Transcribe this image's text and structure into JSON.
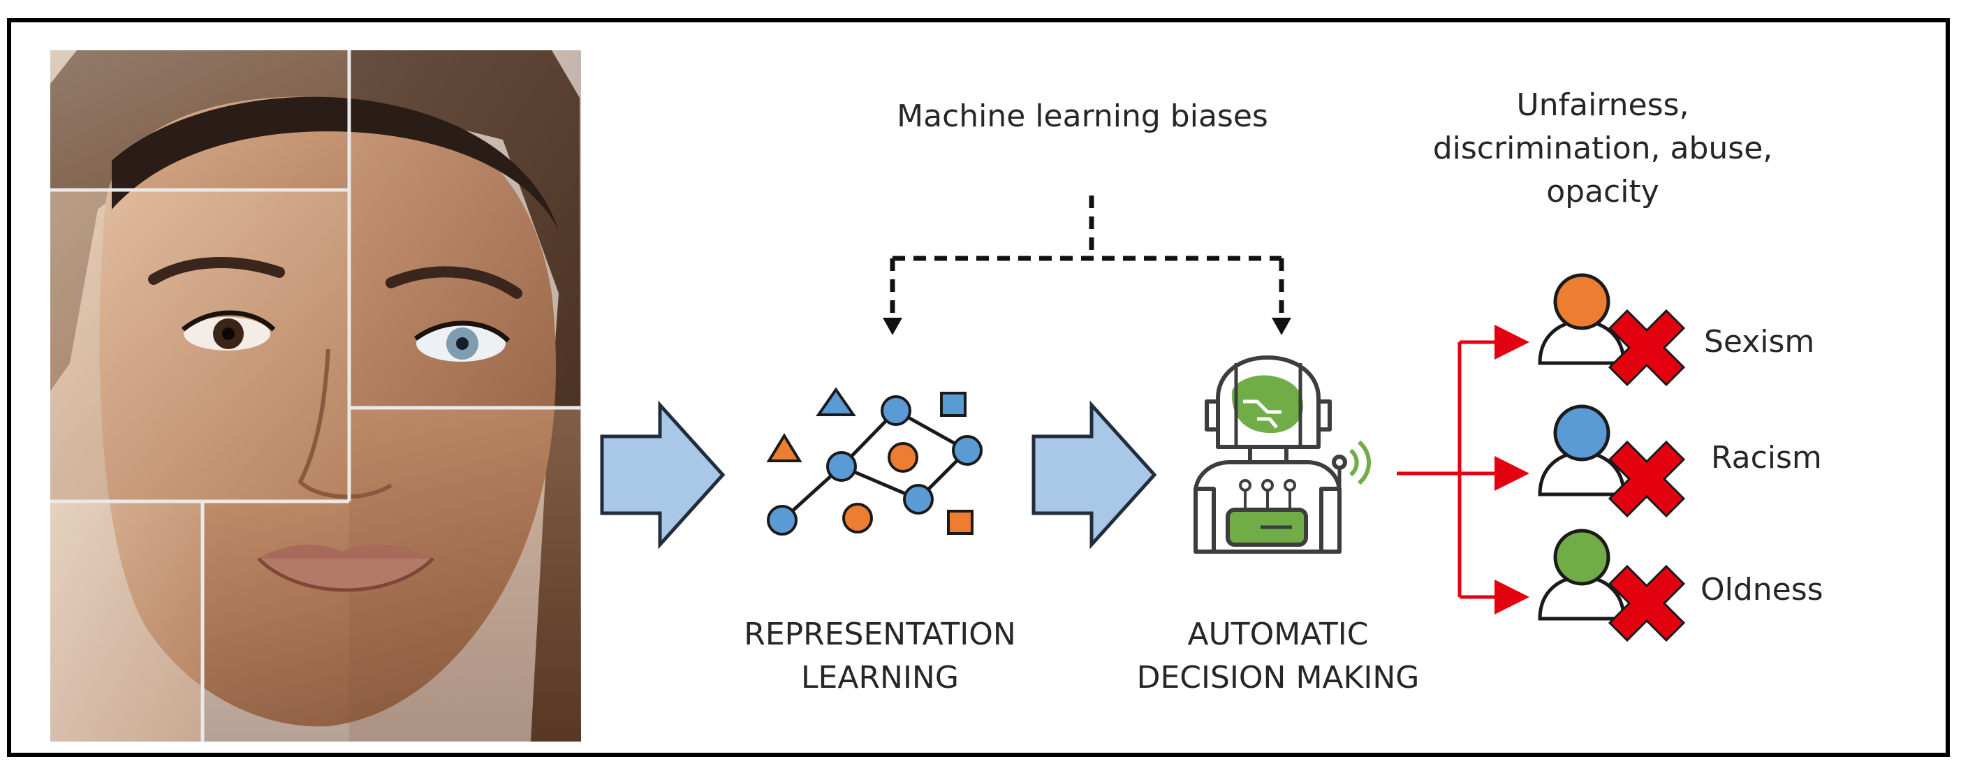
{
  "diagram": {
    "top_label": "Machine learning biases",
    "consequence_label": "Unfairness,\ndiscrimination, abuse,\nopacity",
    "stages": [
      {
        "name": "REPRESENTATION\nLEARNING"
      },
      {
        "name": "AUTOMATIC\nDECISION MAKING"
      }
    ],
    "outcomes": [
      {
        "label": "Sexism",
        "color": "#ED7D31"
      },
      {
        "label": "Racism",
        "color": "#5B9BD5"
      },
      {
        "label": "Oldness",
        "color": "#70AD47"
      }
    ]
  },
  "colors": {
    "arrow_fill": "#A9C8E8",
    "arrow_stroke": "#1F2D3D",
    "red": "#E3000F",
    "node_blue": "#5B9BD5",
    "node_orange": "#ED7D31",
    "robot_green": "#70AD47"
  },
  "icons": [
    "face-photo-collage",
    "network-graph-icon",
    "robot-icon",
    "person-icon",
    "x-mark-icon"
  ]
}
